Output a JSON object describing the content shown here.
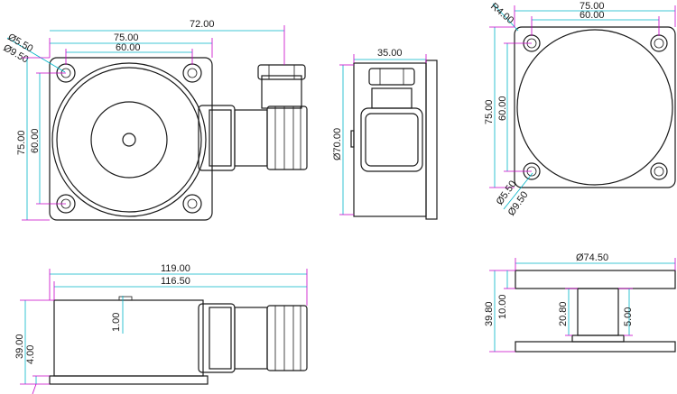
{
  "front_view": {
    "dim_72": "72.00",
    "dim_75": "75.00",
    "dim_60": "60.00",
    "dim_d550": "Ø5.50",
    "dim_d950": "Ø9.50",
    "dim_v75": "75.00",
    "dim_v60": "60.00"
  },
  "side_view": {
    "dim_35": "35.00",
    "dim_d70": "Ø70.00"
  },
  "rear_view": {
    "dim_r4": "R4.00",
    "dim_75": "75.00",
    "dim_60": "60.00",
    "dim_v75": "75.00",
    "dim_v60": "60.00",
    "dim_d550": "Ø5.50",
    "dim_d950": "Ø9.50"
  },
  "bottom_view": {
    "dim_119": "119.00",
    "dim_116": "116.50",
    "dim_1": "1.00",
    "dim_39": "39.00",
    "dim_4": "4.00"
  },
  "armature_view": {
    "dim_d745": "Ø74.50",
    "dim_398": "39.80",
    "dim_10": "10.00",
    "dim_208": "20.80",
    "dim_5": "5.00"
  }
}
